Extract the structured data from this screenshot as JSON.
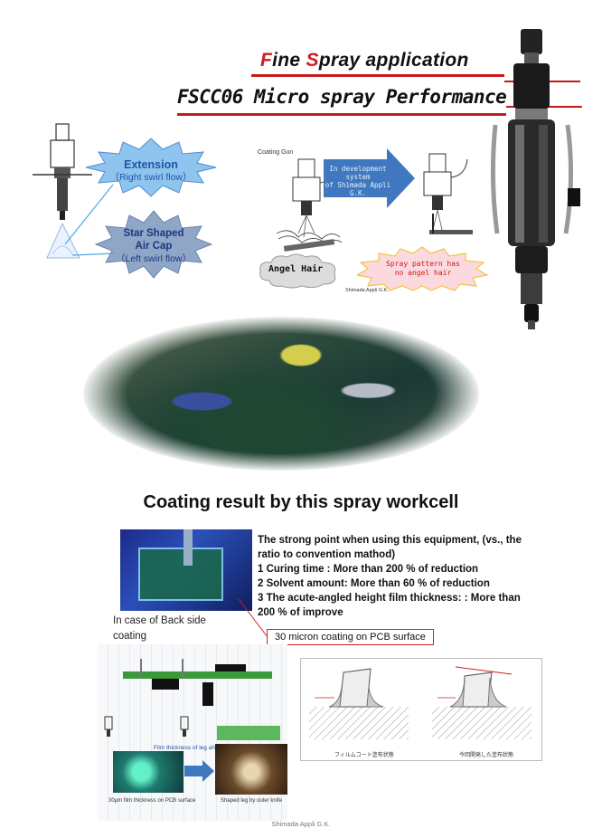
{
  "header": {
    "title_f": "F",
    "title_ine": "ine ",
    "title_s": "S",
    "title_rest": "pray application",
    "subtitle": "FSCC06 Micro spray Performance"
  },
  "swirl_diagram": {
    "extension_line1": "Extension",
    "extension_line2": "（Right swirl flow）",
    "star_line1": "Star Shaped",
    "star_line2": "Air Cap",
    "star_line3": "（Left swirl flow）"
  },
  "comparison": {
    "coating_gun": "Coating Gun",
    "dev_line1": "In development system",
    "dev_line2": "of Shimada Appli G.K.",
    "angel_hair": "Angel Hair",
    "spray_line1": "Spray pattern has",
    "spray_line2": "no angel hair",
    "company_small": "Shimada Appli G.K."
  },
  "result": {
    "heading": "Coating result by this spray workcell",
    "intro_line1": "The strong point when using this equipment, (vs., the",
    "intro_line2": "ratio to convention mathod)",
    "point1": "1 Curing time :       More than 200 % of reduction",
    "point2": "2 Solvent amount:  More than 60 % of reduction",
    "point3": "3 The acute-angled height film thickness: :  More than",
    "point3b": "200 % of  improve",
    "backside_line1": "In case of Back side",
    "backside_line2": "coating",
    "micron_label": "30 micron coating on PCB surface",
    "film_leg": "Film thickness of  leg ahead is perfect",
    "film_pcb": "30μm film thickness on PCB surface",
    "shaped_leg": "Shaped leg  by outer knife",
    "jp_left": "フィルムコート塗布状態",
    "jp_right": "今回開発した塗布状態"
  },
  "footer": {
    "company": "Shimada Appli G.K."
  },
  "colors": {
    "brand_red": "#d11c1c",
    "burst_blue": "#8fc4ee",
    "burst_slate": "#8fa6c7",
    "spray_pink": "#fbd9de",
    "arrow_blue": "#3f78bf"
  }
}
